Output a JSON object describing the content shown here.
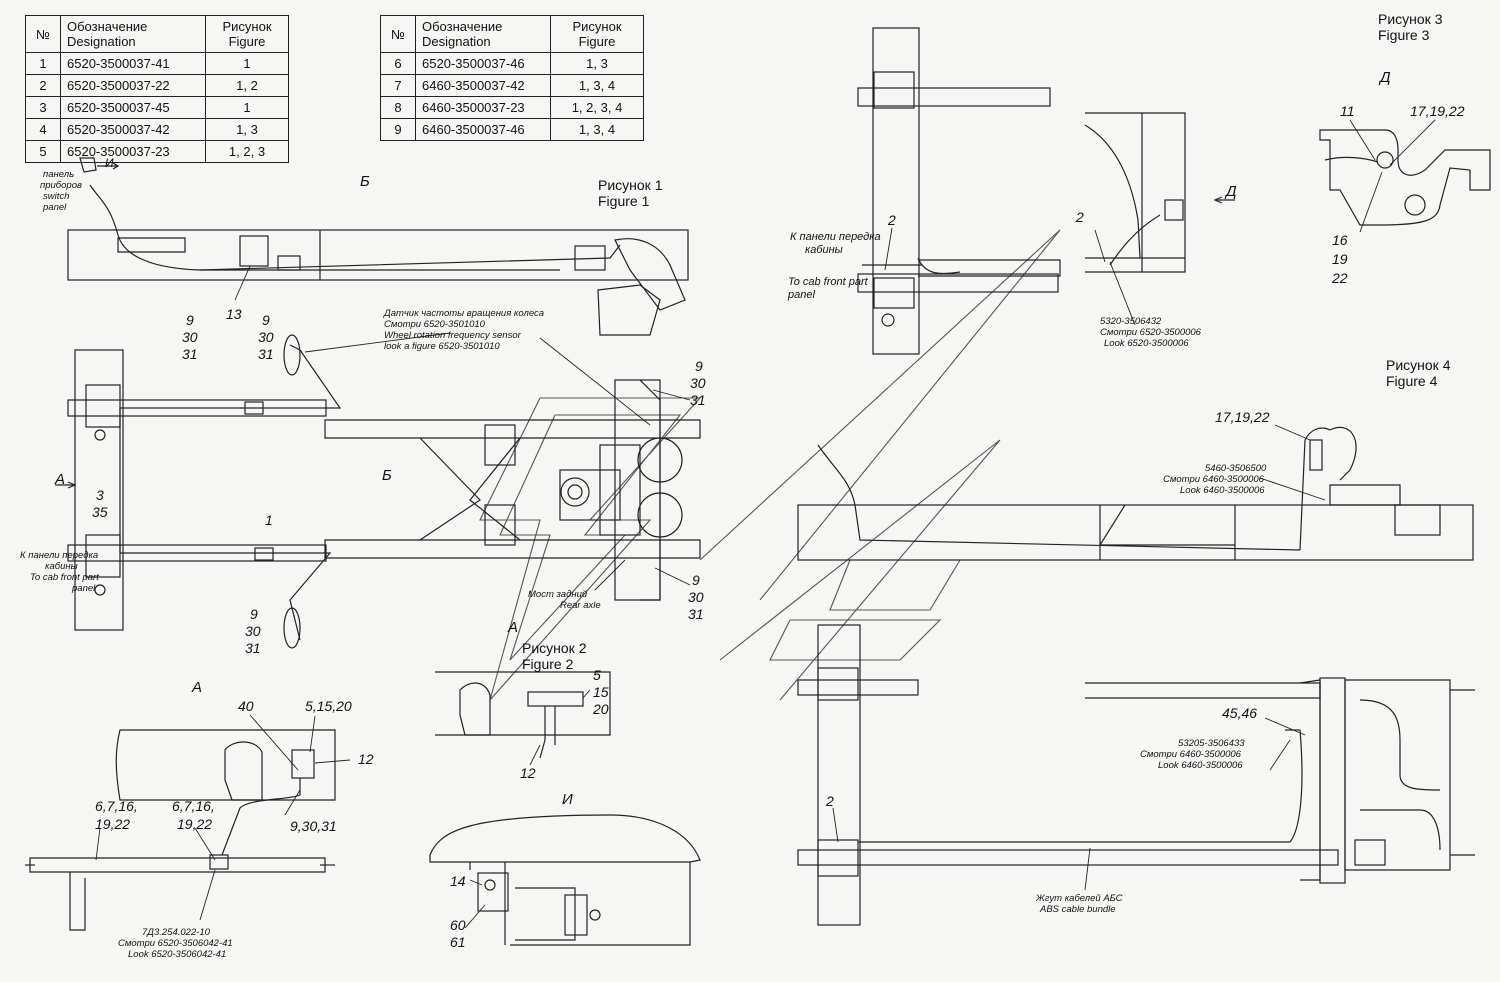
{
  "tables": [
    {
      "headers": [
        "№",
        "Обозначение\nDesignation",
        "Рисунок\nFigure"
      ],
      "rows": [
        [
          "1",
          "6520-3500037-41",
          "1"
        ],
        [
          "2",
          "6520-3500037-22",
          "1, 2"
        ],
        [
          "3",
          "6520-3500037-45",
          "1"
        ],
        [
          "4",
          "6520-3500037-42",
          "1, 3"
        ],
        [
          "5",
          "6520-3500037-23",
          "1, 2, 3"
        ]
      ]
    },
    {
      "headers": [
        "№",
        "Обозначение\nDesignation",
        "Рисунок\nFigure"
      ],
      "rows": [
        [
          "6",
          "6520-3500037-46",
          "1, 3"
        ],
        [
          "7",
          "6460-3500037-42",
          "1, 3, 4"
        ],
        [
          "8",
          "6460-3500037-23",
          "1, 2, 3, 4"
        ],
        [
          "9",
          "6460-3500037-46",
          "1, 3, 4"
        ]
      ]
    }
  ],
  "figures": {
    "fig1": {
      "ru": "Рисунок 1",
      "en": "Figure 1"
    },
    "fig2": {
      "ru": "Рисунок 2",
      "en": "Figure 2"
    },
    "fig3": {
      "ru": "Рисунок 3",
      "en": "Figure 3"
    },
    "fig4": {
      "ru": "Рисунок 4",
      "en": "Figure 4"
    }
  },
  "view_letters": {
    "b": "Б",
    "a": "А",
    "d": "Д",
    "i": "И"
  },
  "labels": {
    "switch_panel": [
      "панель",
      "приборов",
      "switch",
      "panel"
    ],
    "wheel_sensor": [
      "Датчик частоты вращения колеса",
      "Смотри 6520-3501010",
      "Wheel rotation frequency sensor",
      "look a figure 6520-3501010"
    ],
    "cab_front_left": [
      "К панели передка",
      "кабины",
      "To cab front part",
      "panel"
    ],
    "cab_front_top": [
      "К панели передка",
      "кабины",
      "To cab front part",
      "panel"
    ],
    "rear_axle": [
      "Мост задний",
      "Rear axle"
    ],
    "part_5320": [
      "5320-3506432",
      "Смотри 6520-3500006",
      "Look 6520-3500006"
    ],
    "part_5460": [
      "5460-3506500",
      "Смотри 6460-3500006",
      "Look 6460-3500006"
    ],
    "part_53205": [
      "53205-3506433",
      "Смотри 6460-3500006",
      "Look 6460-3500006"
    ],
    "abs_bundle": [
      "Жгут кабелей АБС",
      "ABS cable bundle"
    ],
    "part_7d3": [
      "7Д3.254.022-10",
      "Смотри 6520-3506042-41",
      "Look 6520-3506042-41"
    ]
  },
  "callouts": {
    "c13": "13",
    "c9a": "9",
    "c30a": "30",
    "c31a": "31",
    "c9b": "9",
    "c30b": "30",
    "c31b": "31",
    "c9c": "9",
    "c30c": "30",
    "c31c": "31",
    "c9d": "9",
    "c30d": "30",
    "c31d": "31",
    "c9e": "9",
    "c30e": "30",
    "c31e": "31",
    "c3": "3",
    "c35": "35",
    "c1": "1",
    "c2a": "2",
    "c2b": "2",
    "c2c": "2",
    "c11": "11",
    "c17_19_22a": "17,19,22",
    "c16": "16",
    "c19": "19",
    "c22": "22",
    "c17_19_22b": "17,19,22",
    "c45_46": "45,46",
    "c5_15_20a": "5,15,20",
    "c40": "40",
    "c12a": "12",
    "c6_7_16a": "6,7,16,",
    "c19_22a": "19,22",
    "c6_7_16b": "6,7,16,",
    "c19_22b": "19,22",
    "c9_30_31": "9,30,31",
    "c5": "5",
    "c15": "15",
    "c20": "20",
    "c12b": "12",
    "c14": "14",
    "c60": "60",
    "c61": "61"
  }
}
